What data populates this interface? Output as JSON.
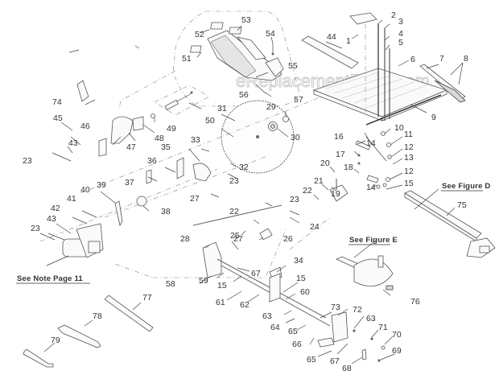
{
  "diagram": {
    "title": "Table Saw Exploded Parts Diagram",
    "watermark": "eReplacementParts.com",
    "references": {
      "figure_d": "See Figure D",
      "figure_e": "See Figure E",
      "note": "See Note Page 11"
    },
    "callouts": [
      {
        "id": "c1",
        "label": "1"
      },
      {
        "id": "c2",
        "label": "2"
      },
      {
        "id": "c3",
        "label": "3"
      },
      {
        "id": "c4",
        "label": "4"
      },
      {
        "id": "c5",
        "label": "5"
      },
      {
        "id": "c6",
        "label": "6"
      },
      {
        "id": "c7",
        "label": "7"
      },
      {
        "id": "c8",
        "label": "8"
      },
      {
        "id": "c9",
        "label": "9"
      },
      {
        "id": "c10",
        "label": "10"
      },
      {
        "id": "c11",
        "label": "11"
      },
      {
        "id": "c12a",
        "label": "12"
      },
      {
        "id": "c13",
        "label": "13"
      },
      {
        "id": "c12b",
        "label": "12"
      },
      {
        "id": "c14a",
        "label": "14"
      },
      {
        "id": "c14b",
        "label": "14"
      },
      {
        "id": "c15a",
        "label": "15"
      },
      {
        "id": "c16",
        "label": "16"
      },
      {
        "id": "c17",
        "label": "17"
      },
      {
        "id": "c18",
        "label": "18"
      },
      {
        "id": "c19",
        "label": "19"
      },
      {
        "id": "c20",
        "label": "20"
      },
      {
        "id": "c21",
        "label": "21"
      },
      {
        "id": "c22a",
        "label": "22"
      },
      {
        "id": "c22b",
        "label": "22"
      },
      {
        "id": "c23a",
        "label": "23"
      },
      {
        "id": "c23b",
        "label": "23"
      },
      {
        "id": "c23c",
        "label": "23"
      },
      {
        "id": "c23d",
        "label": "23"
      },
      {
        "id": "c24",
        "label": "24"
      },
      {
        "id": "c25",
        "label": "25"
      },
      {
        "id": "c26",
        "label": "26"
      },
      {
        "id": "c27a",
        "label": "27"
      },
      {
        "id": "c27b",
        "label": "27"
      },
      {
        "id": "c28",
        "label": "28"
      },
      {
        "id": "c29",
        "label": "29"
      },
      {
        "id": "c30",
        "label": "30"
      },
      {
        "id": "c31",
        "label": "31"
      },
      {
        "id": "c32",
        "label": "32"
      },
      {
        "id": "c33",
        "label": "33"
      },
      {
        "id": "c34",
        "label": "34"
      },
      {
        "id": "c35",
        "label": "35"
      },
      {
        "id": "c36",
        "label": "36"
      },
      {
        "id": "c37",
        "label": "37"
      },
      {
        "id": "c38",
        "label": "38"
      },
      {
        "id": "c39",
        "label": "39"
      },
      {
        "id": "c40",
        "label": "40"
      },
      {
        "id": "c41",
        "label": "41"
      },
      {
        "id": "c42",
        "label": "42"
      },
      {
        "id": "c43a",
        "label": "43"
      },
      {
        "id": "c43b",
        "label": "43"
      },
      {
        "id": "c44",
        "label": "44"
      },
      {
        "id": "c45",
        "label": "45"
      },
      {
        "id": "c46",
        "label": "46"
      },
      {
        "id": "c47",
        "label": "47"
      },
      {
        "id": "c48",
        "label": "48"
      },
      {
        "id": "c49",
        "label": "49"
      },
      {
        "id": "c50",
        "label": "50"
      },
      {
        "id": "c51",
        "label": "51"
      },
      {
        "id": "c52",
        "label": "52"
      },
      {
        "id": "c53",
        "label": "53"
      },
      {
        "id": "c54",
        "label": "54"
      },
      {
        "id": "c55",
        "label": "55"
      },
      {
        "id": "c56",
        "label": "56"
      },
      {
        "id": "c57",
        "label": "57"
      },
      {
        "id": "c58",
        "label": "58"
      },
      {
        "id": "c59",
        "label": "59"
      },
      {
        "id": "c15b",
        "label": "15"
      },
      {
        "id": "c60",
        "label": "60"
      },
      {
        "id": "c61",
        "label": "61"
      },
      {
        "id": "c62",
        "label": "62"
      },
      {
        "id": "c63a",
        "label": "63"
      },
      {
        "id": "c63b",
        "label": "63"
      },
      {
        "id": "c64",
        "label": "64"
      },
      {
        "id": "c65a",
        "label": "65"
      },
      {
        "id": "c65b",
        "label": "65"
      },
      {
        "id": "c66",
        "label": "66"
      },
      {
        "id": "c67a",
        "label": "67"
      },
      {
        "id": "c67b",
        "label": "67"
      },
      {
        "id": "c68",
        "label": "68"
      },
      {
        "id": "c69",
        "label": "69"
      },
      {
        "id": "c70",
        "label": "70"
      },
      {
        "id": "c71",
        "label": "71"
      },
      {
        "id": "c72",
        "label": "72"
      },
      {
        "id": "c73",
        "label": "73"
      },
      {
        "id": "c74",
        "label": "74"
      },
      {
        "id": "c75",
        "label": "75"
      },
      {
        "id": "c76",
        "label": "76"
      },
      {
        "id": "c77",
        "label": "77"
      },
      {
        "id": "c78",
        "label": "78"
      },
      {
        "id": "c79",
        "label": "79"
      },
      {
        "id": "c15c",
        "label": "15"
      }
    ]
  }
}
